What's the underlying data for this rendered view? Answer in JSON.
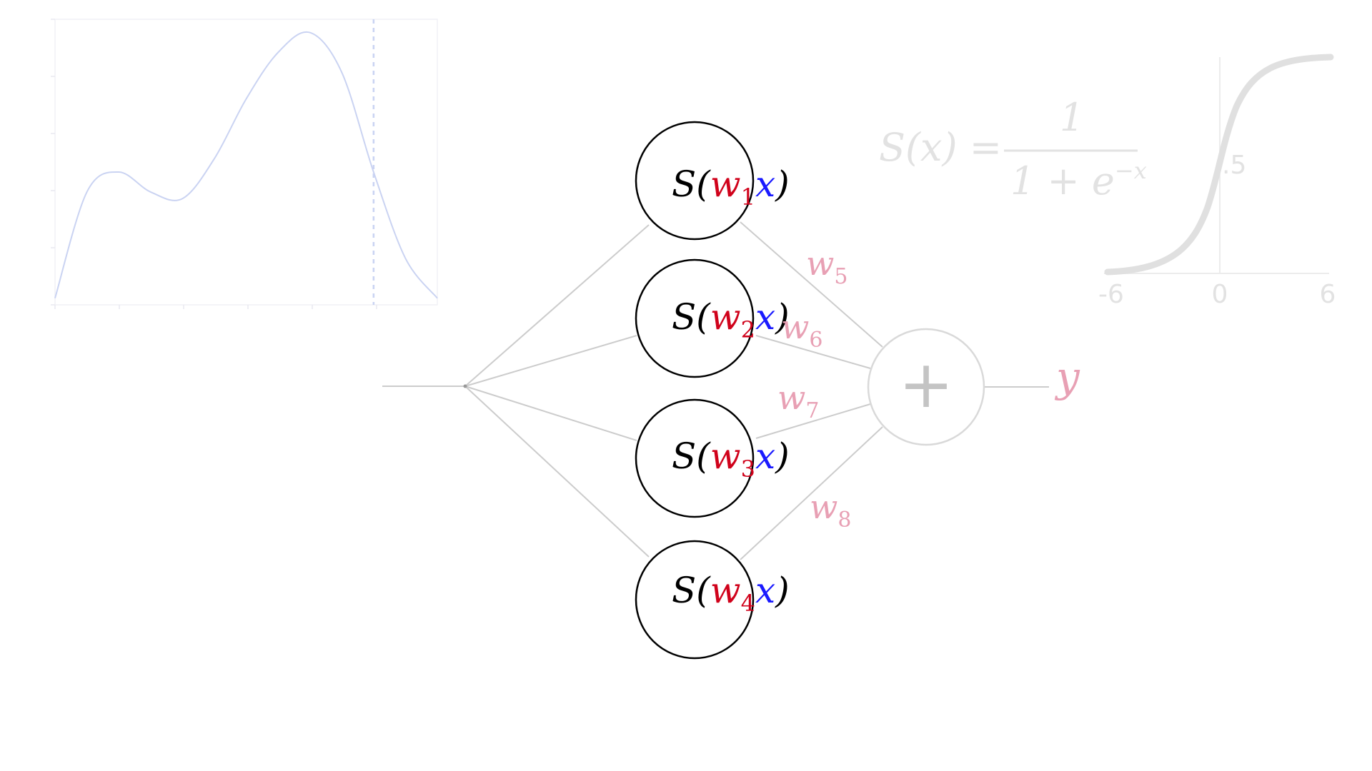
{
  "neurons": [
    {
      "fn": "S(",
      "w": "w",
      "sub": "1",
      "x": "x",
      "close": ")"
    },
    {
      "fn": "S(",
      "w": "w",
      "sub": "2",
      "x": "x",
      "close": ")"
    },
    {
      "fn": "S(",
      "w": "w",
      "sub": "3",
      "x": "x",
      "close": ")"
    },
    {
      "fn": "S(",
      "w": "w",
      "sub": "4",
      "x": "x",
      "close": ")"
    }
  ],
  "output_weights": [
    {
      "w": "w",
      "sub": "5"
    },
    {
      "w": "w",
      "sub": "6"
    },
    {
      "w": "w",
      "sub": "7"
    },
    {
      "w": "w",
      "sub": "8"
    }
  ],
  "sum_symbol": "+",
  "output_label": "y",
  "sigmoid_formula": {
    "lhs": "S(x) =",
    "numerator": "1",
    "denominator": "1 + e",
    "exponent": "−x"
  },
  "sigmoid_plot": {
    "x_ticks": [
      "-6",
      "0",
      "6"
    ],
    "y_tick": ".5"
  },
  "colors": {
    "weight": "#d0021b",
    "input": "#1a1aff",
    "ink": "#000000",
    "faded_weight": "#e8a0b4",
    "faded_gray": "#cfcfcf"
  },
  "chart_data": {
    "type": "line",
    "series": [
      {
        "x": [
          -3,
          -2.5,
          -2,
          -1.5,
          -1,
          -0.5,
          0,
          0.5,
          1,
          1.5,
          2,
          2.5,
          3
        ],
        "y": [
          -2.4,
          -0.8,
          -0.5,
          -0.8,
          -0.9,
          -0.3,
          0.6,
          1.3,
          1.6,
          1.0,
          -0.5,
          -1.8,
          -2.4
        ]
      }
    ],
    "xlim": [
      -3,
      3
    ],
    "ylim": [
      -2.5,
      1.8
    ],
    "vertical_marker_x": 2,
    "grid": false
  }
}
